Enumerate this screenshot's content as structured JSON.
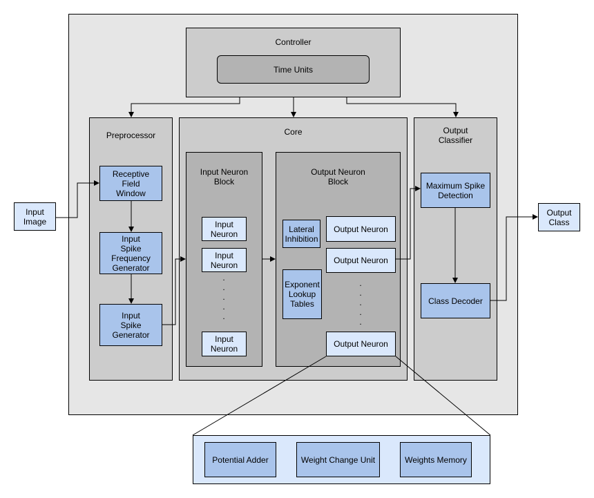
{
  "controller": {
    "title": "Controller",
    "time_units": "Time Units"
  },
  "preprocessor": {
    "title": "Preprocessor",
    "receptive_field_window": "Receptive\nField\nWindow",
    "input_spike_frequency_generator": "Input\nSpike\nFrequency\nGenerator",
    "input_spike_generator": "Input\nSpike\nGenerator"
  },
  "core": {
    "title": "Core",
    "input_neuron_block": {
      "title": "Input Neuron\nBlock",
      "neuron_1": "Input\nNeuron",
      "neuron_2": "Input\nNeuron",
      "neuron_last": "Input\nNeuron",
      "ellipsis": ".\n.\n.\n.\n."
    },
    "output_neuron_block": {
      "title": "Output Neuron\nBlock",
      "lateral_inhibition": "Lateral\nInhibition",
      "exponent_lookup_tables": "Exponent\nLookup\nTables",
      "neuron_1": "Output Neuron",
      "neuron_2": "Output Neuron",
      "neuron_last": "Output Neuron",
      "ellipsis": ".\n.\n.\n.\n."
    }
  },
  "output_classifier": {
    "title": "Output\nClassifier",
    "maximum_spike_detection": "Maximum Spike\nDetection",
    "class_decoder": "Class Decoder"
  },
  "io": {
    "input_image": "Input\nImage",
    "output_class": "Output\nClass"
  },
  "neuron_detail": {
    "potential_adder": "Potential Adder",
    "weight_change_unit": "Weight Change Unit",
    "weights_memory": "Weights Memory"
  },
  "colors": {
    "outer": "#e6e6e6",
    "module": "#cccccc",
    "block": "#b3b3b3",
    "unit": "#a9c4eb",
    "neuron": "#dae8fc"
  }
}
